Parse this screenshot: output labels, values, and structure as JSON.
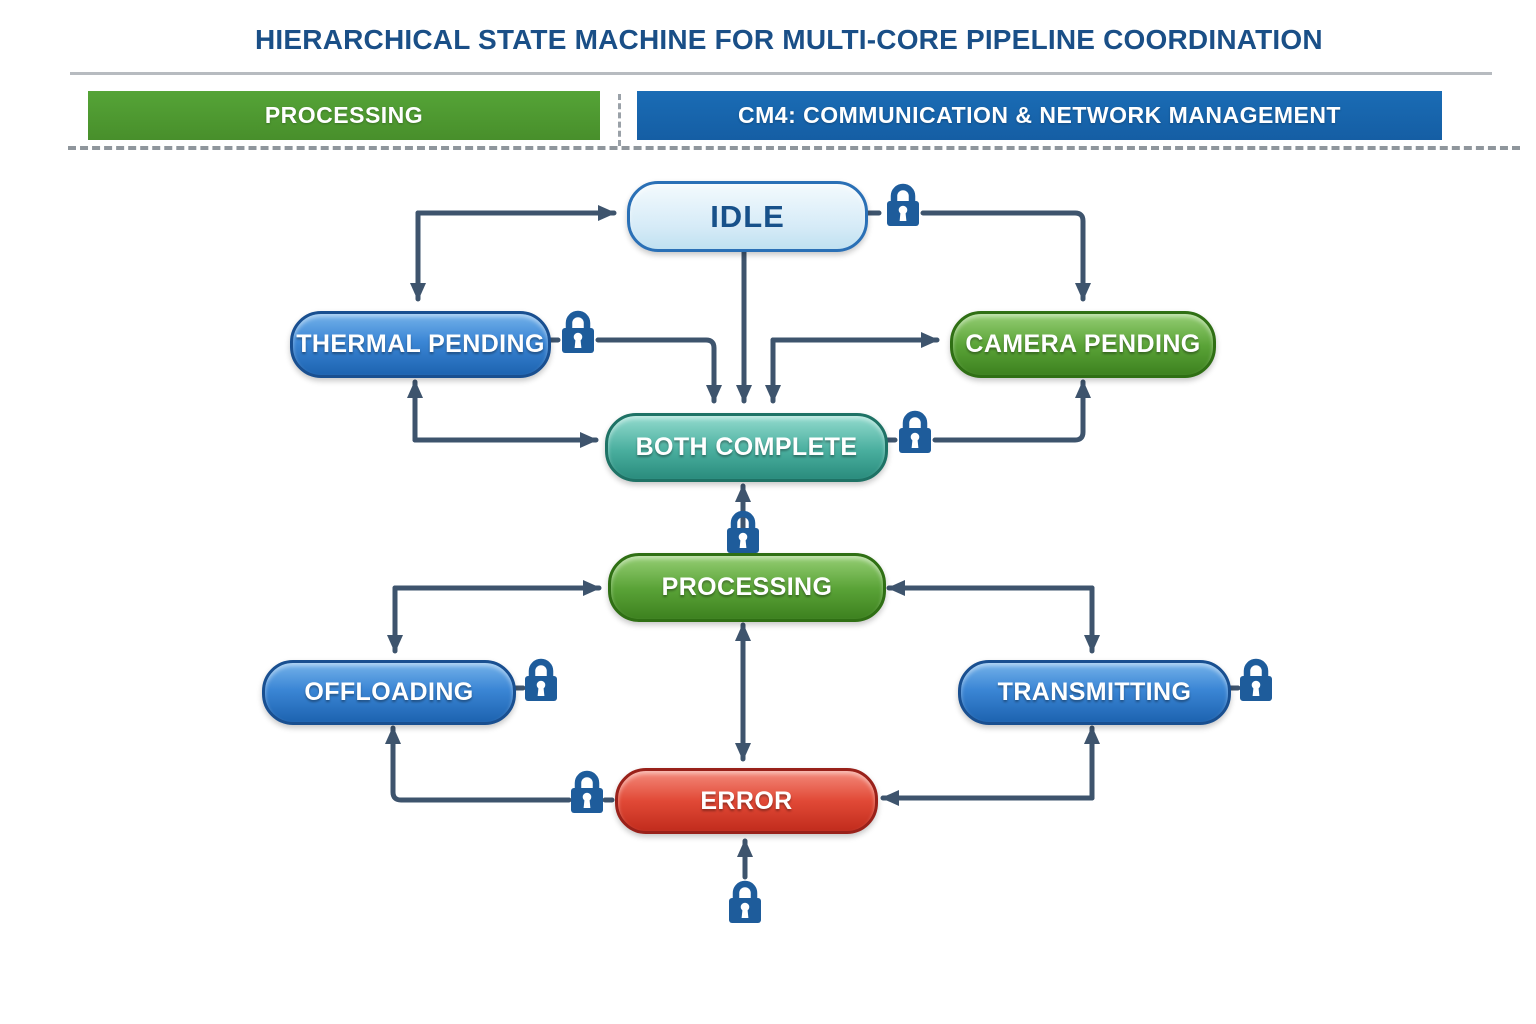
{
  "title": "HIERARCHICAL STATE MACHINE FOR MULTI-CORE PIPELINE COORDINATION",
  "lanes": {
    "left": {
      "label": "PROCESSING",
      "color": "#4a9230"
    },
    "right": {
      "label": "CM4: COMMUNICATION & NETWORK MANAGEMENT",
      "color": "#1565ae"
    }
  },
  "nodes": {
    "idle": {
      "label": "IDLE",
      "color": "#d6ebf7"
    },
    "thermal_pending": {
      "label": "THERMAL PENDING",
      "color": "#2f7cc4"
    },
    "camera_pending": {
      "label": "CAMERA PENDING",
      "color": "#55a238"
    },
    "both_complete": {
      "label": "BOTH COMPLETE",
      "color": "#3fa897"
    },
    "processing": {
      "label": "PROCESSING",
      "color": "#55a238"
    },
    "offloading": {
      "label": "OFFLOADING",
      "color": "#2f7cc4"
    },
    "transmitting": {
      "label": "TRANSMITTING",
      "color": "#2f7cc4"
    },
    "error": {
      "label": "ERROR",
      "color": "#d93a2b"
    }
  },
  "edges": [
    {
      "between": [
        "THERMAL PENDING",
        "IDLE"
      ],
      "arrows": "both",
      "lock": false
    },
    {
      "between": [
        "IDLE",
        "BOTH COMPLETE"
      ],
      "arrows": "into BOTH COMPLETE",
      "lock": false
    },
    {
      "between": [
        "THERMAL PENDING",
        "BOTH COMPLETE"
      ],
      "arrows": "into BOTH COMPLETE",
      "lock": true
    },
    {
      "between": [
        "CAMERA PENDING",
        "BOTH COMPLETE"
      ],
      "arrows": "both",
      "lock": false
    },
    {
      "between": [
        "IDLE",
        "CAMERA PENDING"
      ],
      "arrows": "into CAMERA PENDING",
      "lock": true
    },
    {
      "between": [
        "THERMAL PENDING",
        "BOTH COMPLETE"
      ],
      "arrows": "both",
      "lock": false
    },
    {
      "between": [
        "BOTH COMPLETE",
        "CAMERA PENDING"
      ],
      "arrows": "into CAMERA PENDING",
      "lock": true
    },
    {
      "between": [
        "PROCESSING",
        "BOTH COMPLETE"
      ],
      "arrows": "into BOTH COMPLETE",
      "lock": true
    },
    {
      "between": [
        "PROCESSING",
        "OFFLOADING"
      ],
      "arrows": "both",
      "lock": false
    },
    {
      "between": [
        "PROCESSING",
        "TRANSMITTING"
      ],
      "arrows": "both",
      "lock": false
    },
    {
      "between": [
        "PROCESSING",
        "ERROR"
      ],
      "arrows": "both",
      "lock": false
    },
    {
      "between": [
        "ERROR",
        "OFFLOADING"
      ],
      "arrows": "into OFFLOADING",
      "lock": true
    },
    {
      "between": [
        "ERROR",
        "TRANSMITTING"
      ],
      "arrows": "both",
      "lock": false
    },
    {
      "between": [
        "(entry below)",
        "ERROR"
      ],
      "arrows": "into ERROR",
      "lock": true
    }
  ],
  "standalone_locks": [
    "right of OFFLOADING",
    "right of TRANSMITTING"
  ],
  "colors": {
    "title_text": "#1a4f87",
    "connector": "#3e546d",
    "lock": "#1e5c9b",
    "lane_green": "#4a9230",
    "lane_blue": "#1565ae",
    "error_red": "#d93a2b"
  }
}
